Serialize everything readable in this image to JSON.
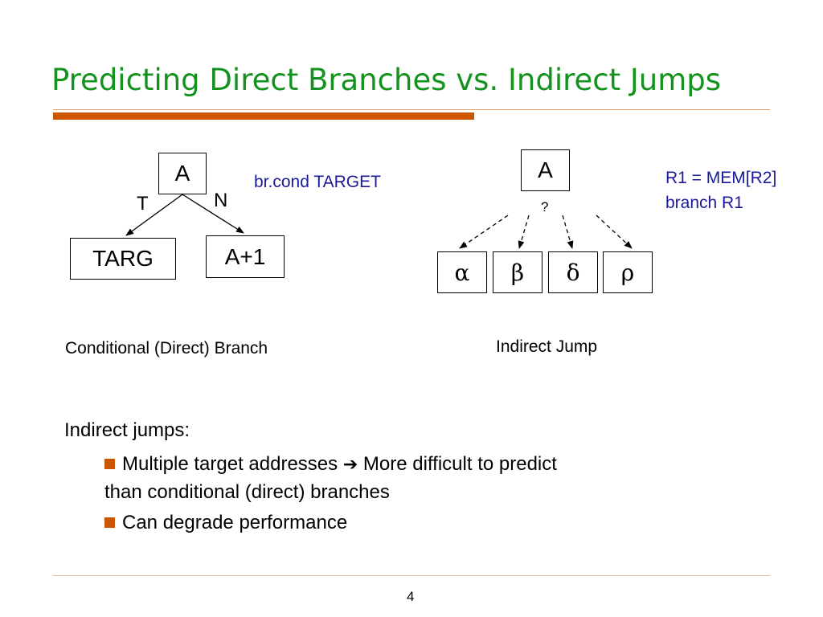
{
  "title": "Predicting Direct Branches vs. Indirect Jumps",
  "direct": {
    "node_a": "A",
    "taken_label": "T",
    "not_taken_label": "N",
    "target_node": "TARG",
    "fallthrough_node": "A+1",
    "instruction": "br.cond TARGET",
    "caption": "Conditional (Direct) Branch"
  },
  "indirect": {
    "node_a": "A",
    "question": "?",
    "targets": [
      "α",
      "β",
      "δ",
      "ρ"
    ],
    "instruction_line1": "R1 = MEM[R2]",
    "instruction_line2": "branch R1",
    "caption": "Indirect Jump"
  },
  "bullets": {
    "heading": "Indirect jumps:",
    "item1_part1": "Multiple target addresses",
    "item1_arrow": "➔",
    "item1_part2": "More difficult to predict",
    "item1_part3": "than conditional (direct) branches",
    "item2": "Can degrade performance"
  },
  "page_number": "4",
  "colors": {
    "title": "#13921e",
    "accent": "#cc5500",
    "instruction_text": "#1a1a9a"
  }
}
